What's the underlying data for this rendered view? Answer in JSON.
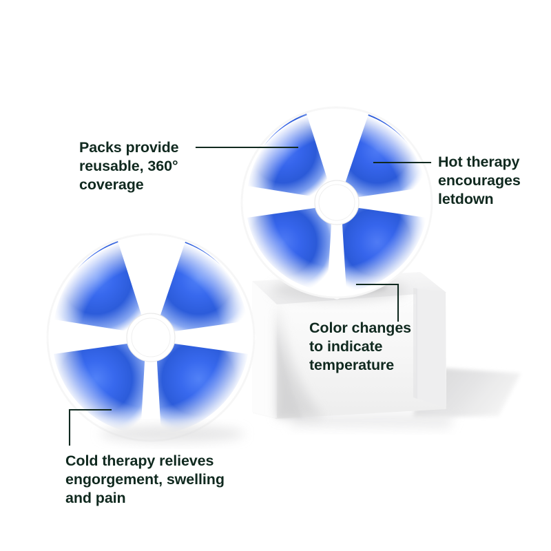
{
  "scene": {
    "background_color": "#ffffff",
    "product_name": "reusable hot and cold gel breast therapy packs",
    "pack_color_primary": "#2b5ad8",
    "pack_color_bright": "#3a6cf0",
    "pack_shell_color": "#ffffff",
    "box_color": "#f2f2f2",
    "leader_line_color": "#10291f",
    "text_color": "#10291f"
  },
  "callouts": [
    {
      "id": "packs-coverage",
      "text": "Packs provide\nreusable, 360°\ncoverage",
      "line_type": "straight-horizontal"
    },
    {
      "id": "hot-therapy",
      "text": "Hot therapy\nencourages\nletdown",
      "line_type": "straight-horizontal"
    },
    {
      "id": "color-changes",
      "text": "Color changes\nto indicate\ntemperature",
      "line_type": "elbow-down-right"
    },
    {
      "id": "cold-therapy",
      "text": "Cold therapy relieves\nengorgement, swelling\nand pain",
      "line_type": "elbow-down-left"
    }
  ],
  "products": [
    {
      "id": "rear-pack",
      "label": "hot therapy gel pack",
      "position": "top-center-on-box"
    },
    {
      "id": "front-pack",
      "label": "cold therapy gel pack",
      "position": "lower-left-foreground"
    }
  ],
  "props": [
    {
      "id": "display-box",
      "label": "white display plinth"
    }
  ]
}
